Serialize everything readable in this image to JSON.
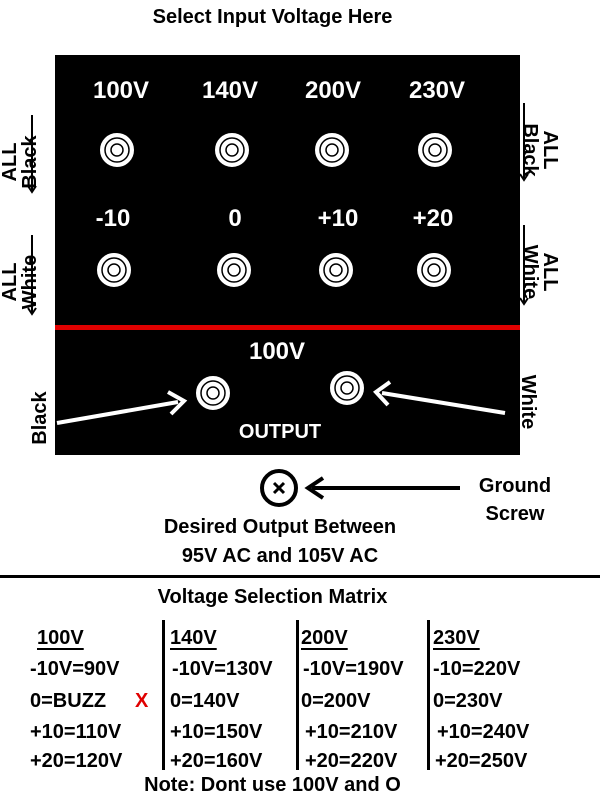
{
  "title": "Select Input Voltage Here",
  "panel": {
    "voltages": [
      "100V",
      "140V",
      "200V",
      "230V"
    ],
    "offsets": [
      "-10",
      "0",
      "+10",
      "+20"
    ],
    "side_labels": {
      "all": "ALL",
      "black": "Black",
      "white": "White"
    },
    "output_voltage": "100V",
    "output_label": "OUTPUT",
    "black_wire": "Black",
    "white_wire": "White"
  },
  "ground": {
    "line1": "Ground",
    "line2": "Screw"
  },
  "desired": {
    "line1": "Desired Output Between",
    "line2": "95V AC and 105V AC"
  },
  "matrix": {
    "title": "Voltage Selection Matrix",
    "columns": [
      {
        "header": "100V",
        "rows": [
          "-10V=90V",
          "0=BUZZ",
          "+10=110V",
          "+20=120V"
        ],
        "mark": "X"
      },
      {
        "header": "140V",
        "rows": [
          "-10V=130V",
          "0=140V",
          "+10=150V",
          "+20=160V"
        ]
      },
      {
        "header": "200V",
        "rows": [
          "-10V=190V",
          "0=200V",
          "+10=210V",
          "+20=220V"
        ]
      },
      {
        "header": "230V",
        "rows": [
          "-10=220V",
          "0=230V",
          "+10=240V",
          "+20=250V"
        ]
      }
    ],
    "note": "Note: Dont use 100V and  O"
  },
  "colors": {
    "panel": "#000000",
    "divider": "#e00000",
    "mark": "#e00000"
  }
}
